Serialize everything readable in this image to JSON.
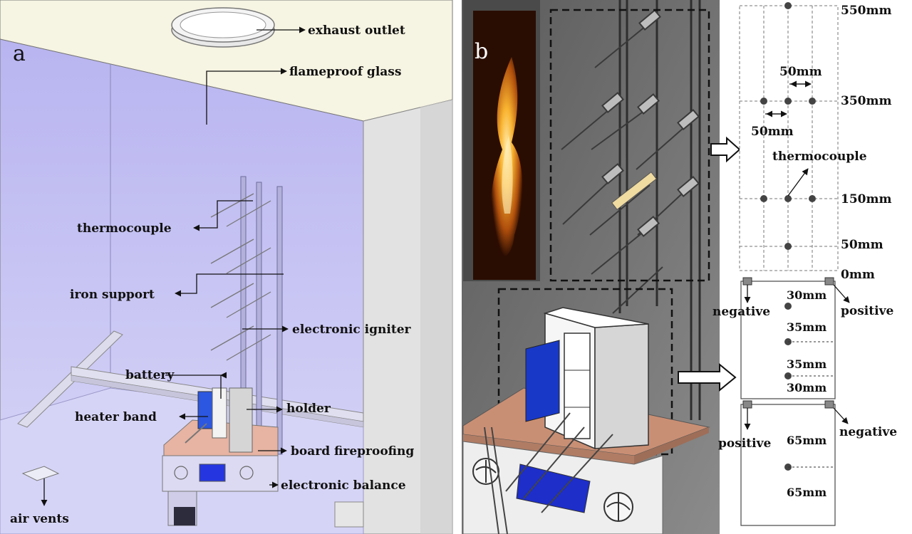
{
  "panel_a": {
    "letter": "a",
    "labels": {
      "exhaust_outlet": "exhaust outlet",
      "flameproof_glass": "flameproof glass",
      "thermocouple": "thermocouple",
      "iron_support": "iron support",
      "electronic_igniter": "electronic igniter",
      "battery": "battery",
      "heater_band": "heater band",
      "holder": "holder",
      "board_fireproofing": "board fireproofing",
      "electronic_balance": "electronic balance",
      "air_vents": "air vents"
    }
  },
  "panel_b": {
    "letter": "b",
    "thermocouple_grid": {
      "heights": [
        "550mm",
        "350mm",
        "150mm",
        "50mm",
        "0mm"
      ],
      "spacing_top": "50mm",
      "spacing_bottom": "50mm",
      "label": "thermocouple"
    },
    "battery_upper": {
      "left_terminal": "negative",
      "right_terminal": "positive",
      "distances": [
        "30mm",
        "35mm",
        "35mm",
        "30mm"
      ]
    },
    "battery_lower": {
      "left_terminal": "positive",
      "right_terminal": "negative",
      "distances": [
        "65mm",
        "65mm"
      ]
    }
  },
  "colors": {
    "chamber_interior": "#c9c6f4",
    "chamber_top": "#f6f4e2",
    "chamber_side": "#e4e4e4",
    "photo_background": "#6a6a6a",
    "heater_band": "#1c3fc8",
    "board_top": "#d9a58c",
    "flame": "#f7b23a"
  }
}
